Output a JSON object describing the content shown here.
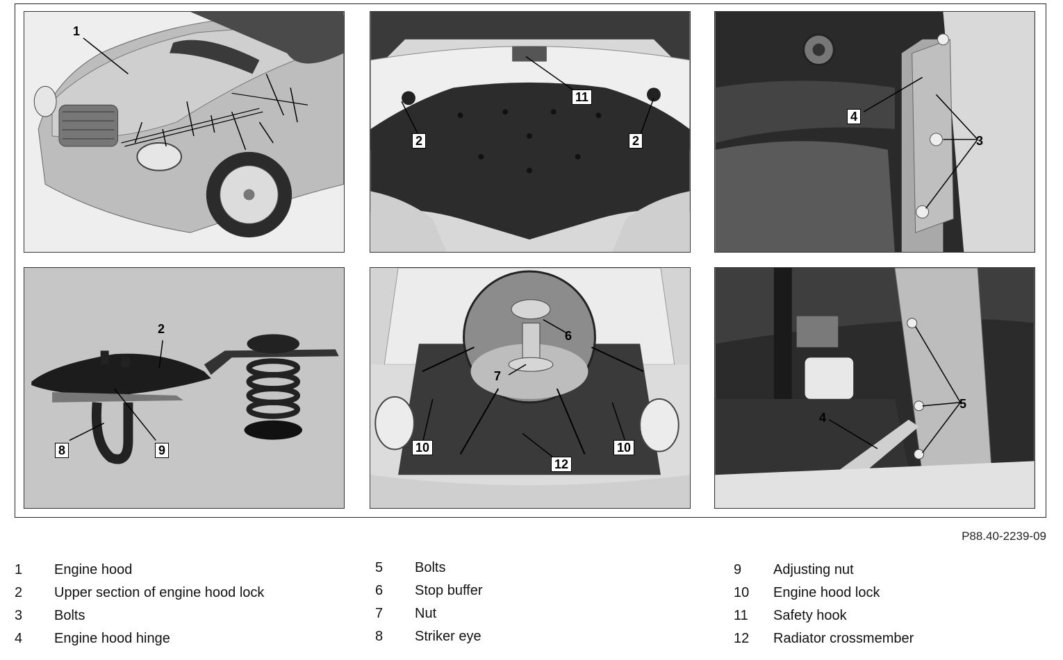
{
  "callouts": {
    "p1_1": "1",
    "p2_11": "11",
    "p2_2a": "2",
    "p2_2b": "2",
    "p3_4": "4",
    "p3_3": "3",
    "p4_2": "2",
    "p4_8": "8",
    "p4_9": "9",
    "p5_6": "6",
    "p5_7": "7",
    "p5_10a": "10",
    "p5_10b": "10",
    "p5_12": "12",
    "p6_4": "4",
    "p6_5": "5"
  },
  "figure_code": "P88.40-2239-09",
  "legend": {
    "col1": [
      {
        "num": "1",
        "label": "Engine hood"
      },
      {
        "num": "2",
        "label": "Upper section of engine hood lock"
      },
      {
        "num": "3",
        "label": "Bolts"
      },
      {
        "num": "4",
        "label": "Engine hood hinge"
      }
    ],
    "col2": [
      {
        "num": "5",
        "label": "Bolts"
      },
      {
        "num": "6",
        "label": "Stop buffer"
      },
      {
        "num": "7",
        "label": "Nut"
      },
      {
        "num": "8",
        "label": "Striker eye"
      }
    ],
    "col3": [
      {
        "num": "9",
        "label": "Adjusting nut"
      },
      {
        "num": "10",
        "label": "Engine hood lock"
      },
      {
        "num": "11",
        "label": "Safety hook"
      },
      {
        "num": "12",
        "label": "Radiator crossmember"
      }
    ]
  }
}
